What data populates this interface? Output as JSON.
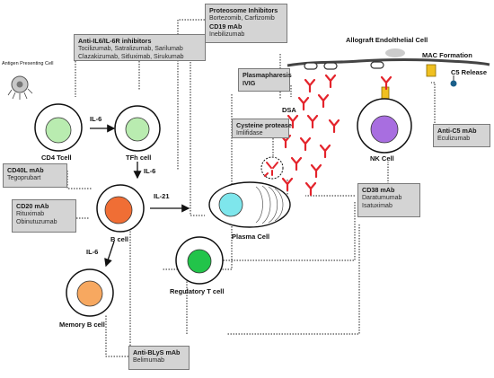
{
  "cells": {
    "apc": "Antigen Presenting Cell",
    "cd4": "CD4 Tcell",
    "tfh": "TFh cell",
    "bcell": "B cell",
    "memory_b": "Memory B cell",
    "plasma": "Plasma Cell",
    "treg": "Regulatory T cell",
    "nk": "NK Cell"
  },
  "labels": {
    "endothelial": "Allograft Endolthelial Cell",
    "mac": "MAC Formation",
    "c5_release": "C5 Release",
    "dsa": "DSA",
    "il6_a": "IL-6",
    "il6_b": "IL-6",
    "il21": "IL-21",
    "il6_c": "IL-6"
  },
  "boxes": {
    "il6r": {
      "title": "Anti-IL6/IL-6R inhibitors",
      "lines": [
        "Tocilizumab, Satralizumab, Sarilumab",
        "Clazakizumab, Sitluximab, Sirukumab"
      ]
    },
    "proteosome": {
      "title": "Proteosome Inhibitors",
      "line1": "Bortezomib, Carfizomib",
      "title2": "CD19 mAb",
      "line2": "Inebilizumab"
    },
    "plasmapheresis": {
      "title": "Plasmapharesis",
      "title2": "IVIG"
    },
    "cysteine": {
      "title": "Cysteine protease",
      "line1": "Imlifidase"
    },
    "cd40l": {
      "title": "CD40L mAb",
      "line1": "Tegoprubart"
    },
    "cd20": {
      "title": "CD20 mAb",
      "lines": [
        "Rituximab",
        "Obinutuzumab"
      ]
    },
    "cd38": {
      "title": "CD38 mAb",
      "lines": [
        "Daratumumab",
        "Isatuximab"
      ]
    },
    "c5": {
      "title": "Anti-C5 mAb",
      "line1": "Eculizumab"
    },
    "blys": {
      "title": "Anti-BLyS mAb",
      "line1": "Belimumab"
    }
  },
  "colors": {
    "box_fill": "#d4d4d4",
    "cd4_nucleus": "#b9ecb0",
    "tfh_nucleus": "#b9ecb0",
    "bcell_nucleus": "#f06e35",
    "memory_nucleus": "#f7a860",
    "plasma_nucleus": "#7ee6ec",
    "treg_nucleus": "#22c44a",
    "nk_nucleus": "#a86ee0",
    "antibody": "#e4242c",
    "endothelium": "#444444"
  }
}
